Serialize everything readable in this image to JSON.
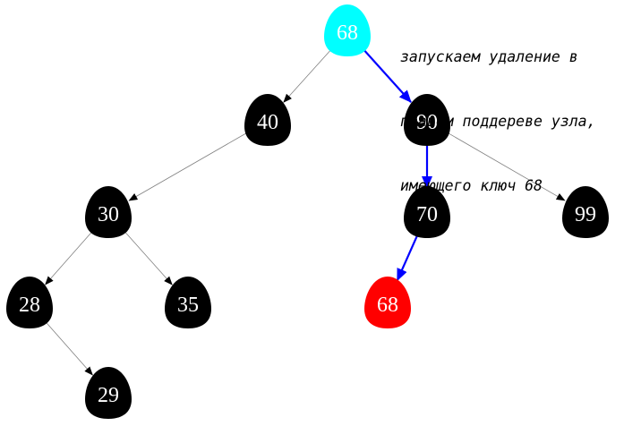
{
  "annotation": {
    "lines": [
      "запускаем удаление в",
      "правом поддереве узла,",
      "имеющего ключ 68"
    ]
  },
  "colors": {
    "black_node": "#000000",
    "red_node": "#ff0000",
    "highlight_node": "#00ffff",
    "highlight_edge": "#0000ff",
    "plain_edge": "#808080",
    "node_text": "#ffffff"
  },
  "tree": {
    "nodes": [
      {
        "id": "n68top",
        "label": "68",
        "color": "highlight"
      },
      {
        "id": "n40",
        "label": "40",
        "color": "black"
      },
      {
        "id": "n90",
        "label": "90",
        "color": "black"
      },
      {
        "id": "n30",
        "label": "30",
        "color": "black"
      },
      {
        "id": "n70",
        "label": "70",
        "color": "black"
      },
      {
        "id": "n99",
        "label": "99",
        "color": "black"
      },
      {
        "id": "n28",
        "label": "28",
        "color": "black"
      },
      {
        "id": "n35",
        "label": "35",
        "color": "black"
      },
      {
        "id": "n68red",
        "label": "68",
        "color": "red"
      },
      {
        "id": "n29",
        "label": "29",
        "color": "black"
      }
    ],
    "edges": [
      {
        "from": "n68top",
        "to": "n40",
        "highlight": false
      },
      {
        "from": "n68top",
        "to": "n90",
        "highlight": true
      },
      {
        "from": "n40",
        "to": "n30",
        "highlight": false
      },
      {
        "from": "n90",
        "to": "n70",
        "highlight": true
      },
      {
        "from": "n90",
        "to": "n99",
        "highlight": false
      },
      {
        "from": "n30",
        "to": "n28",
        "highlight": false
      },
      {
        "from": "n30",
        "to": "n35",
        "highlight": false
      },
      {
        "from": "n70",
        "to": "n68red",
        "highlight": true
      },
      {
        "from": "n28",
        "to": "n29",
        "highlight": false
      }
    ]
  }
}
